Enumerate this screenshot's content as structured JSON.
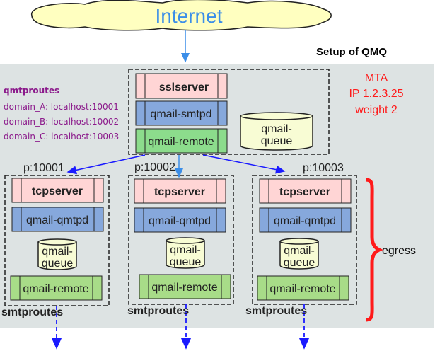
{
  "cloud": {
    "label": "Internet"
  },
  "title": "Setup of QMQ",
  "mta": {
    "lines": [
      "MTA",
      "IP 1.2.3.25",
      "weight 2"
    ]
  },
  "qmtproutes": {
    "heading": "qmtproutes",
    "entries": [
      "domain_A: localhost:10001",
      "domain_B: localhost:10002",
      "domain_C: localhost:10003"
    ]
  },
  "top_box": {
    "server": "sslserver",
    "daemon": "qmail-smtpd",
    "remote": "qmail-remote",
    "queue": [
      "qmail-",
      "queue"
    ]
  },
  "nodes": [
    {
      "port": "p:10001",
      "server": "tcpserver",
      "daemon": "qmail-qmtpd",
      "queue": [
        "qmail-",
        "queue"
      ],
      "remote": "qmail-remote",
      "routes": "smtproutes"
    },
    {
      "port": "p:10002",
      "server": "tcpserver",
      "daemon": "qmail-qmtpd",
      "queue": [
        "qmail-",
        "queue"
      ],
      "remote": "qmail-remote",
      "routes": "smtproutes"
    },
    {
      "port": "p:10003",
      "server": "tcpserver",
      "daemon": "qmail-qmtpd",
      "queue": [
        "qmail-",
        "queue"
      ],
      "remote": "qmail-remote",
      "routes": "smtproutes"
    }
  ],
  "egress": "egress",
  "colors": {
    "background": "#dde3e3",
    "server": "#ffd5d5",
    "daemon": "#86a8dc",
    "remote_top": "#8cdc8c",
    "remote": "#a8dc88",
    "queue": "#f8fcd4",
    "cloud": "#ffffc0",
    "internet_text": "#3b8ee8",
    "routes_text": "#8b1a8b",
    "mta_text": "#ff1a1a",
    "arrow": "#1a1aff"
  }
}
